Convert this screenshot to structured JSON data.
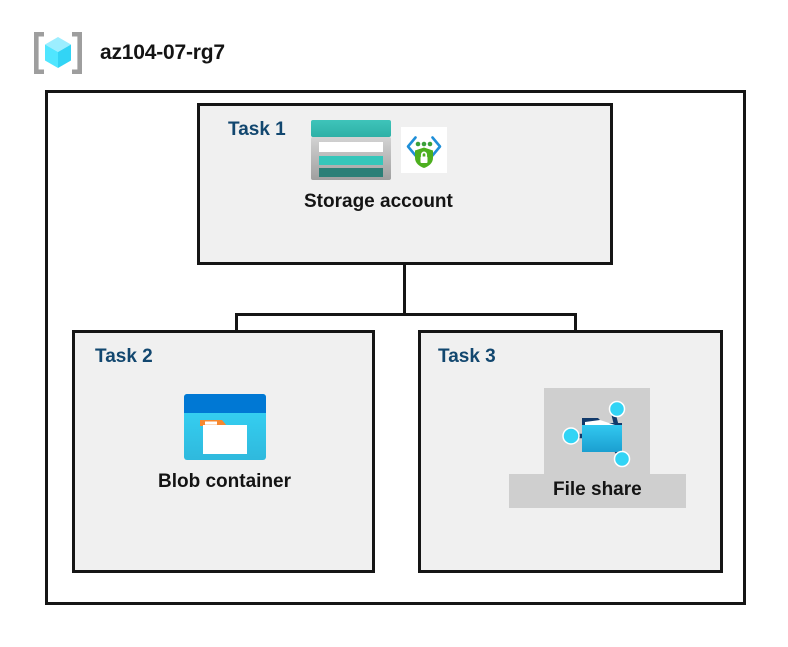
{
  "header": {
    "icon": "resource-group-icon",
    "title": "az104-07-rg7"
  },
  "diagram": {
    "type": "azure-architecture",
    "container_label": "az104-07-rg7",
    "tasks": [
      {
        "label": "Task 1",
        "node": {
          "caption": "Storage account",
          "icons": [
            "storage-account-icon",
            "private-endpoint-icon"
          ],
          "caption_shaded": false
        }
      },
      {
        "label": "Task 2",
        "node": {
          "caption": "Blob container",
          "icons": [
            "blob-container-icon"
          ],
          "caption_shaded": false
        }
      },
      {
        "label": "Task 3",
        "node": {
          "caption": "File share",
          "icons": [
            "file-share-icon"
          ],
          "caption_shaded": true
        }
      }
    ],
    "connections": [
      {
        "from": "Storage account",
        "to": "Blob container"
      },
      {
        "from": "Storage account",
        "to": "File share"
      }
    ]
  },
  "colors": {
    "task_label": "#12476f",
    "caption_text": "#141414",
    "box_border": "#151515",
    "task_fill": "#f0f0f0",
    "canvas": "#ffffff",
    "shade_plate": "#cfcfcf",
    "storage_teal": "#35b5ab",
    "storage_teal_dark": "#2b7f77",
    "blob_blue": "#0078d4",
    "blob_cyan": "#32c8f0",
    "blob_orange": "#f7882f",
    "endpoint_green": "#4caf1e",
    "endpoint_blue": "#1f8fd8",
    "cube_cyan": "#50e6ff",
    "bracket_gray": "#9e9e9e"
  }
}
